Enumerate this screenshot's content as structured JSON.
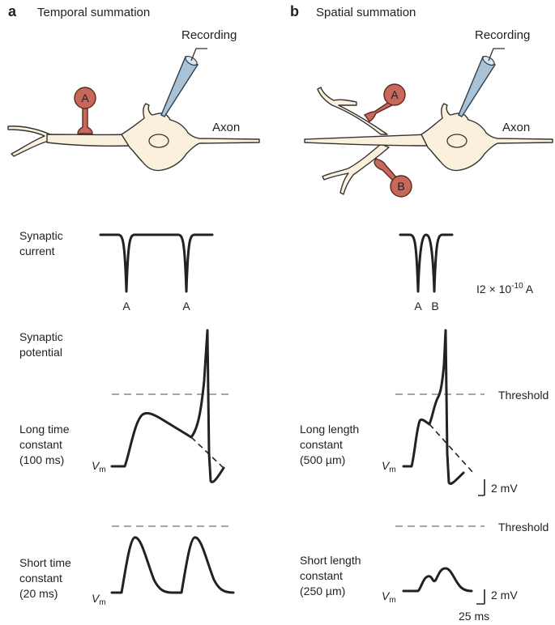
{
  "panel_a": {
    "letter": "a",
    "title": "Temporal summation",
    "recording_label": "Recording",
    "axon_label": "Axon",
    "terminal_a": "A",
    "synaptic_current_line1": "Synaptic",
    "synaptic_current_line2": "current",
    "spike_label_1": "A",
    "spike_label_2": "A",
    "synaptic_potential_line1": "Synaptic",
    "synaptic_potential_line2": "potential",
    "long_line1": "Long time",
    "long_line2": "constant",
    "long_line3": "(100 ms)",
    "short_line1": "Short time",
    "short_line2": "constant",
    "short_line3": "(20 ms)",
    "vm_symbol": "V",
    "vm_subscript": "m"
  },
  "panel_b": {
    "letter": "b",
    "title": "Spatial summation",
    "recording_label": "Recording",
    "axon_label": "Axon",
    "terminal_a": "A",
    "terminal_b": "B",
    "spike_label_1": "A",
    "spike_label_2": "B",
    "current_scale": "I2 × 10",
    "current_scale_exp": "-10",
    "current_scale_unit": " A",
    "threshold_1": "Threshold",
    "threshold_2": "Threshold",
    "long_line1": "Long length",
    "long_line2": "constant",
    "long_line3": "(500 µm)",
    "short_line1": "Short length",
    "short_line2": "constant",
    "short_line3": "(250 µm)",
    "vm_symbol": "V",
    "vm_subscript": "m",
    "voltage_scale_1": "2 mV",
    "voltage_scale_2": "2 mV",
    "time_scale": "25 ms"
  },
  "colors": {
    "neuron_fill": "#fbf0dc",
    "terminal_fill": "#c8685a",
    "electrode_fill": "#a9c2d6",
    "threshold_line": "#999999",
    "trace": "#222222"
  }
}
